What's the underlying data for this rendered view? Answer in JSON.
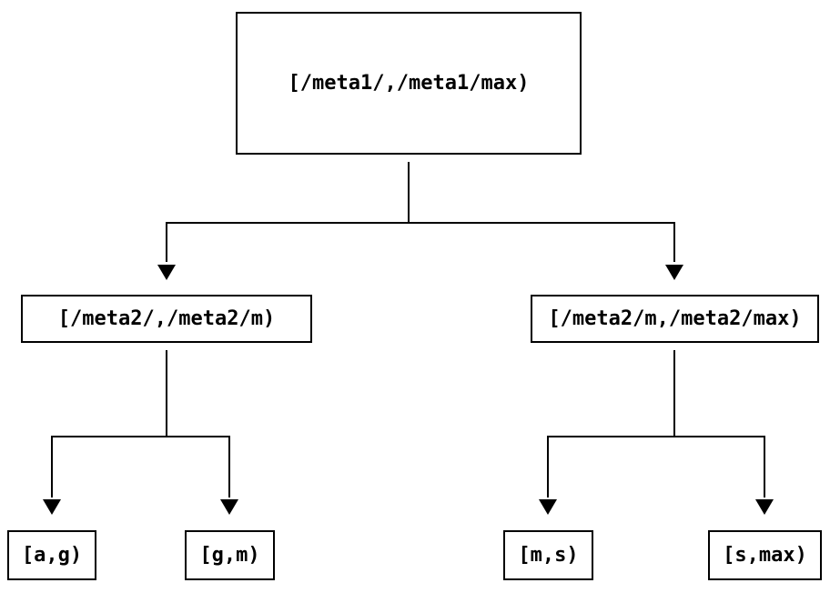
{
  "diagram": {
    "type": "tree",
    "background_color": "#ffffff",
    "line_color": "#000000",
    "text_color": "#000000",
    "nodes": [
      {
        "id": "root",
        "label": "[/meta1/,/meta1/max)"
      },
      {
        "id": "meta2-left",
        "label": "[/meta2/,/meta2/m)"
      },
      {
        "id": "meta2-right",
        "label": "[/meta2/m,/meta2/max)"
      },
      {
        "id": "leaf-ag",
        "label": "[a,g)"
      },
      {
        "id": "leaf-gm",
        "label": "[g,m)"
      },
      {
        "id": "leaf-ms",
        "label": "[m,s)"
      },
      {
        "id": "leaf-smax",
        "label": "[s,max)"
      }
    ],
    "edges": [
      {
        "from": "root",
        "to": "meta2-left"
      },
      {
        "from": "root",
        "to": "meta2-right"
      },
      {
        "from": "meta2-left",
        "to": "leaf-ag"
      },
      {
        "from": "meta2-left",
        "to": "leaf-gm"
      },
      {
        "from": "meta2-right",
        "to": "leaf-ms"
      },
      {
        "from": "meta2-right",
        "to": "leaf-smax"
      }
    ]
  }
}
